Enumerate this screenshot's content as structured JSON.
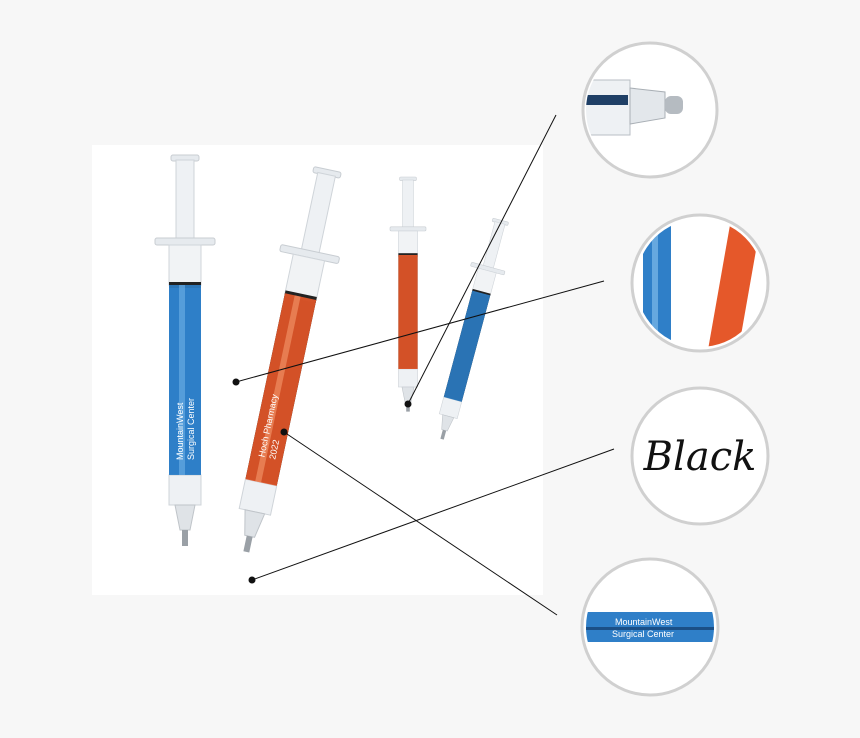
{
  "image": {
    "background_color": "#f7f7f7",
    "photo_background": "#ffffff",
    "pens": [
      {
        "color": "blue",
        "hex": "#2f7fc8",
        "imprint": [
          "MountainWest",
          "Surgical Center"
        ]
      },
      {
        "color": "orange",
        "hex": "#e5582a",
        "imprint": [
          "Hoch Pharmacy",
          "2022"
        ]
      },
      {
        "color": "orange",
        "hex": "#e5582a"
      },
      {
        "color": "blue",
        "hex": "#2f7fc8"
      }
    ],
    "callouts": [
      {
        "name": "tip-detail"
      },
      {
        "name": "barrel-colors"
      },
      {
        "name": "ink-color",
        "label": "Black"
      },
      {
        "name": "imprint-detail",
        "imprint": [
          "MountainWest",
          "Surgical Center"
        ]
      }
    ]
  }
}
